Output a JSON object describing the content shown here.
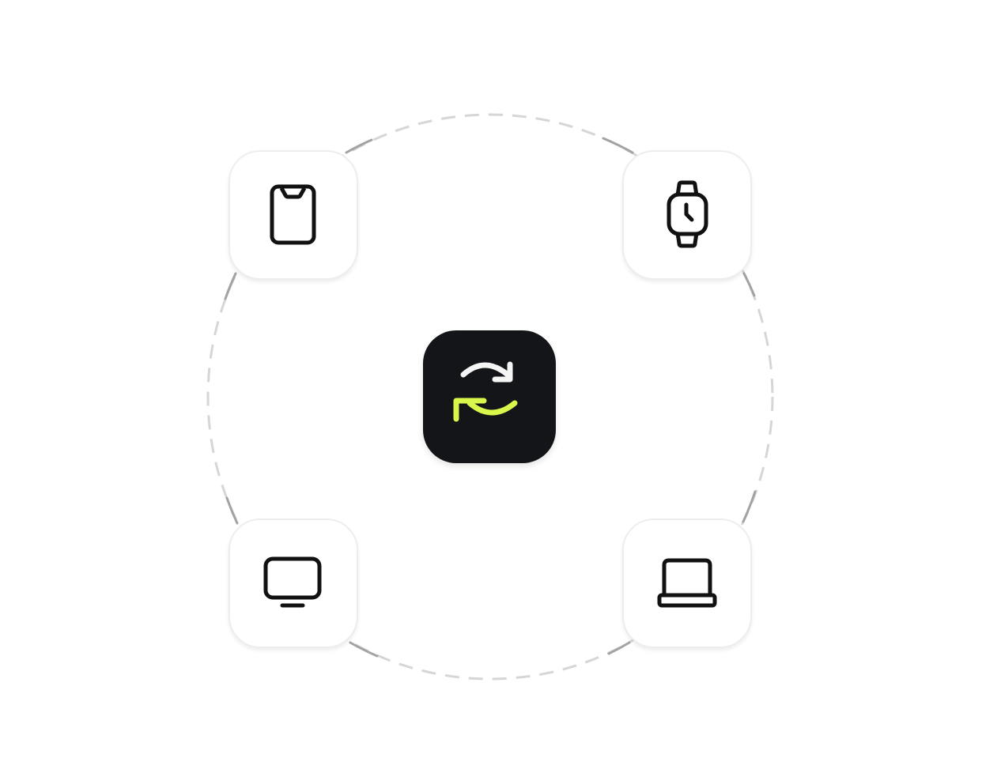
{
  "colors": {
    "hub_background": "#141518",
    "sync_arrow_top": "#f5f5f5",
    "sync_arrow_bottom": "#d9f74a",
    "device_icon_stroke": "#111111",
    "ring_dash_light": "#d6d6d6",
    "ring_dash_dark": "#a3a3a3"
  },
  "hub": {
    "icon": "sync-arrows-icon"
  },
  "devices": [
    {
      "id": "phone",
      "icon": "smartphone-icon",
      "position": "top-left"
    },
    {
      "id": "watch",
      "icon": "smartwatch-icon",
      "position": "top-right"
    },
    {
      "id": "tv",
      "icon": "monitor-icon",
      "position": "bottom-left"
    },
    {
      "id": "laptop",
      "icon": "laptop-icon",
      "position": "bottom-right"
    }
  ]
}
